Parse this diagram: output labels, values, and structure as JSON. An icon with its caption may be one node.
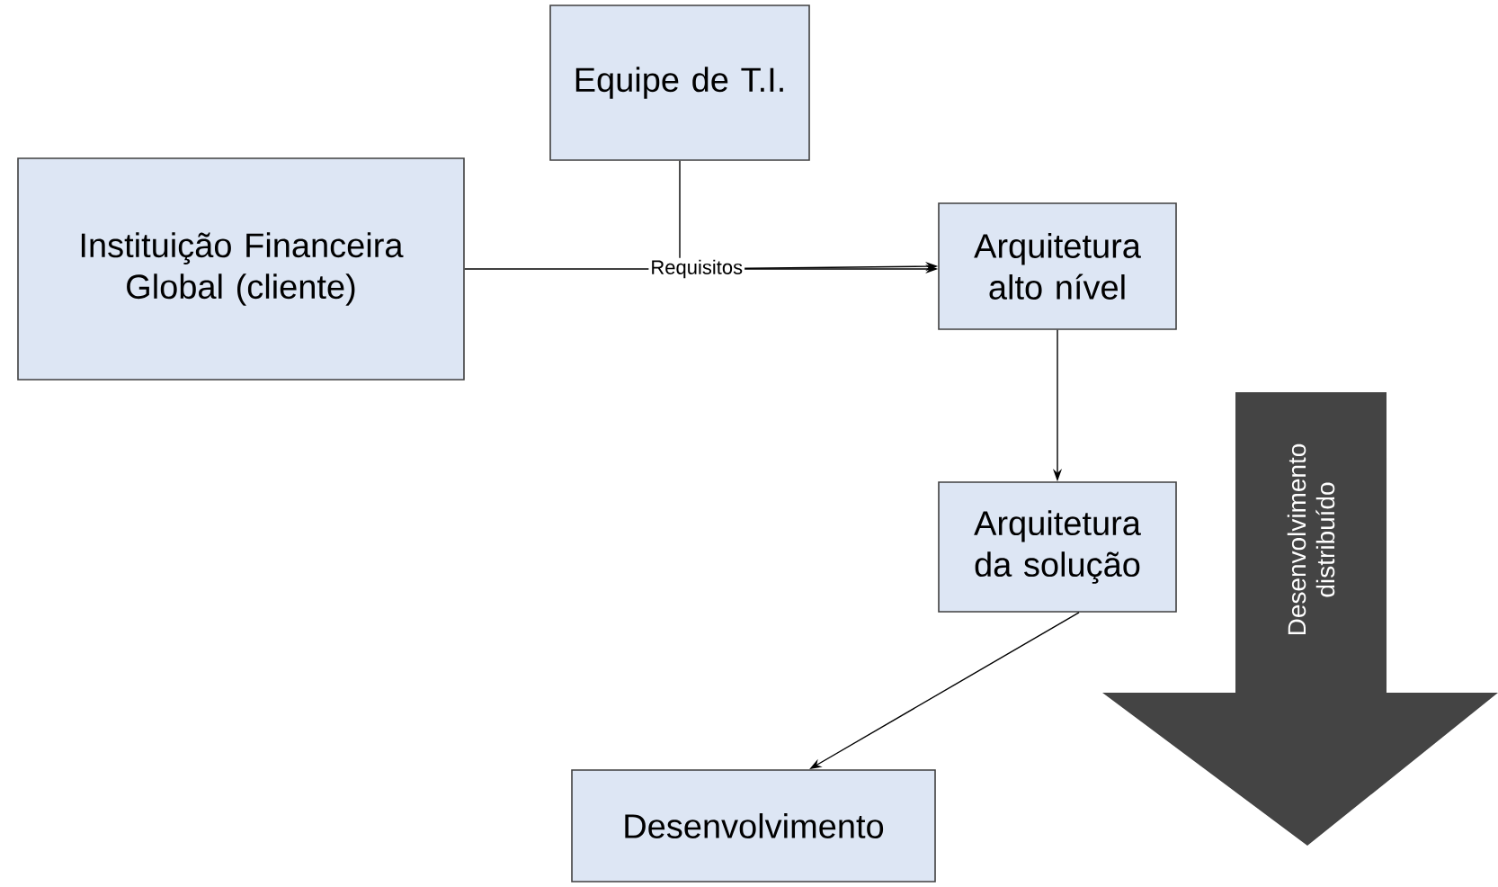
{
  "diagram": {
    "nodes": [
      {
        "text": [
          "Instituição Financeira Global (cliente)"
        ]
      },
      {
        "text": [
          "Equipe de T.I."
        ]
      },
      {
        "text": [
          "Arquitetura alto nível"
        ]
      },
      {
        "text": [
          "Arquitetura da solução"
        ]
      },
      {
        "text": [
          "Desenvolvimento"
        ]
      },
      {
        "text": [
          "Desenvolvimento distribuído"
        ]
      }
    ],
    "edges": [
      {
        "from": 0,
        "to": 2,
        "arrow": "to",
        "label": "Requisitos"
      },
      {
        "from": 1,
        "to": 2,
        "arrow": "to"
      },
      {
        "from": 2,
        "to": 3,
        "arrow": "to"
      },
      {
        "from": 3,
        "to": 4,
        "arrow": "to"
      }
    ]
  }
}
